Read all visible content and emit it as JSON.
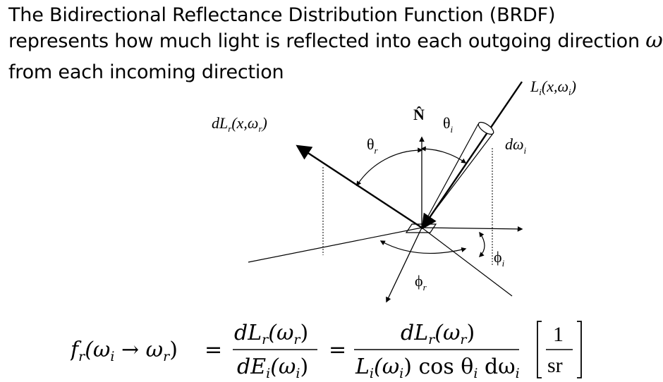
{
  "header": {
    "line1": "The Bidirectional Reflectance Distribution Function (BRDF)",
    "line2_prefix": "represents how much light is reflected into each outgoing direction",
    "line2_symbol": "ω",
    "line2_symbol_sub": "r",
    "line3": "from each incoming direction"
  },
  "diagram": {
    "normal_label": "N̂",
    "incoming_radiance_label": "L",
    "incoming_radiance_sub": "i",
    "incoming_radiance_args": "(x,ω",
    "incoming_radiance_args_sub": "i",
    "incoming_radiance_close": ")",
    "outgoing_radiance_label": "dL",
    "outgoing_radiance_sub": "r",
    "outgoing_radiance_args": "(x,ω",
    "outgoing_radiance_args_sub": "r",
    "outgoing_radiance_close": ")",
    "theta_i": "θ",
    "theta_i_sub": "i",
    "theta_r": "θ",
    "theta_r_sub": "r",
    "phi_i": "ϕ",
    "phi_i_sub": "i",
    "phi_r": "ϕ",
    "phi_r_sub": "r",
    "solid_angle": "dω",
    "solid_angle_sub": "i"
  },
  "formula": {
    "lhs_f": "f",
    "lhs_f_sub": "r",
    "lhs_args": "(ω",
    "lhs_wi_sub": "i",
    "lhs_arrow": " → ω",
    "lhs_wr_sub": "r",
    "lhs_close": ")",
    "eq1": "=",
    "num1": "dL",
    "num1_sub": "r",
    "num1_args": "(ω",
    "num1_args_sub": "r",
    "num1_close": ")",
    "den1": "dE",
    "den1_sub": "i",
    "den1_args": "(ω",
    "den1_args_sub": "i",
    "den1_close": ")",
    "eq2": "=",
    "num2": "dL",
    "num2_sub": "r",
    "num2_args": "(ω",
    "num2_args_sub": "r",
    "num2_close": ")",
    "den2_L": "L",
    "den2_L_sub": "i",
    "den2_args": "(ω",
    "den2_args_sub": "i",
    "den2_mid": ") cos θ",
    "den2_theta_sub": "i",
    "den2_end": " dω",
    "den2_end_sub": "i",
    "unit_num": "1",
    "unit_den": "sr"
  }
}
